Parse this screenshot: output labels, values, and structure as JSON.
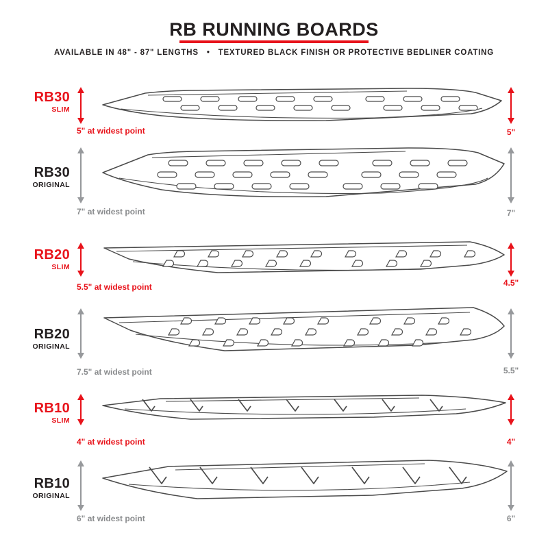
{
  "header": {
    "title": "RB RUNNING BOARDS",
    "subtitle_left": "AVAILABLE IN 48\" - 87\" LENGTHS",
    "subtitle_bullet": "•",
    "subtitle_right": "TEXTURED BLACK FINISH OR PROTECTIVE BEDLINER COATING"
  },
  "colors": {
    "accent_red": "#E8131B",
    "text_dark": "#231F20",
    "text_gray": "#8A8C8E",
    "line_gray": "#4B4B4B"
  },
  "rows": [
    {
      "model": "RB30",
      "variant": "SLIM",
      "width_note": "5\" at widest point",
      "height_note": "5\""
    },
    {
      "model": "RB30",
      "variant": "ORIGINAL",
      "width_note": "7\" at widest point",
      "height_note": "7\""
    },
    {
      "model": "RB20",
      "variant": "SLIM",
      "width_note": "5.5\" at widest point",
      "height_note": "4.5\""
    },
    {
      "model": "RB20",
      "variant": "ORIGINAL",
      "width_note": "7.5\" at widest point",
      "height_note": "5.5\""
    },
    {
      "model": "RB10",
      "variant": "SLIM",
      "width_note": "4\" at widest point",
      "height_note": "4\""
    },
    {
      "model": "RB10",
      "variant": "ORIGINAL",
      "width_note": "6\" at widest point",
      "height_note": "6\""
    }
  ]
}
